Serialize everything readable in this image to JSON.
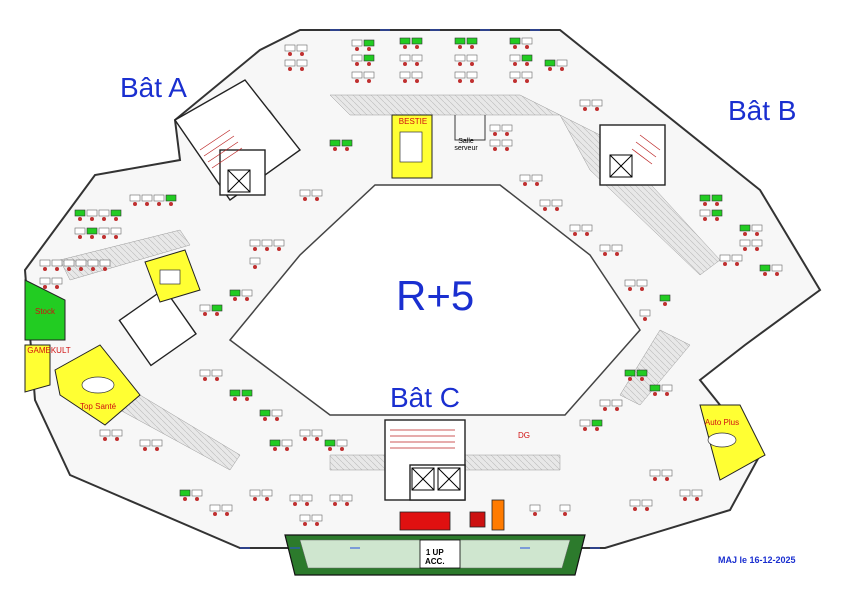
{
  "labels": {
    "bat_a": "Bât A",
    "bat_b": "Bât B",
    "bat_c": "Bât C",
    "floor": "R+5",
    "updated": "MAJ le 16-12-2025",
    "lift_1": "1 UP",
    "lift_2": "ACC."
  },
  "rooms": {
    "bestie": "BESTIE",
    "stock": "Stock",
    "gamekult": "GAMEKULT",
    "top_sante": "Top Santé",
    "auto_plus": "Auto Plus",
    "dg": "DG",
    "salle_serveur": "Salle serveur"
  },
  "colors": {
    "desk_green": "#22cc22",
    "meeting_yellow": "#ffff33",
    "text_blue": "#1a2fd0",
    "accent_red": "#d01010",
    "corridor": "#dcdcdc"
  }
}
